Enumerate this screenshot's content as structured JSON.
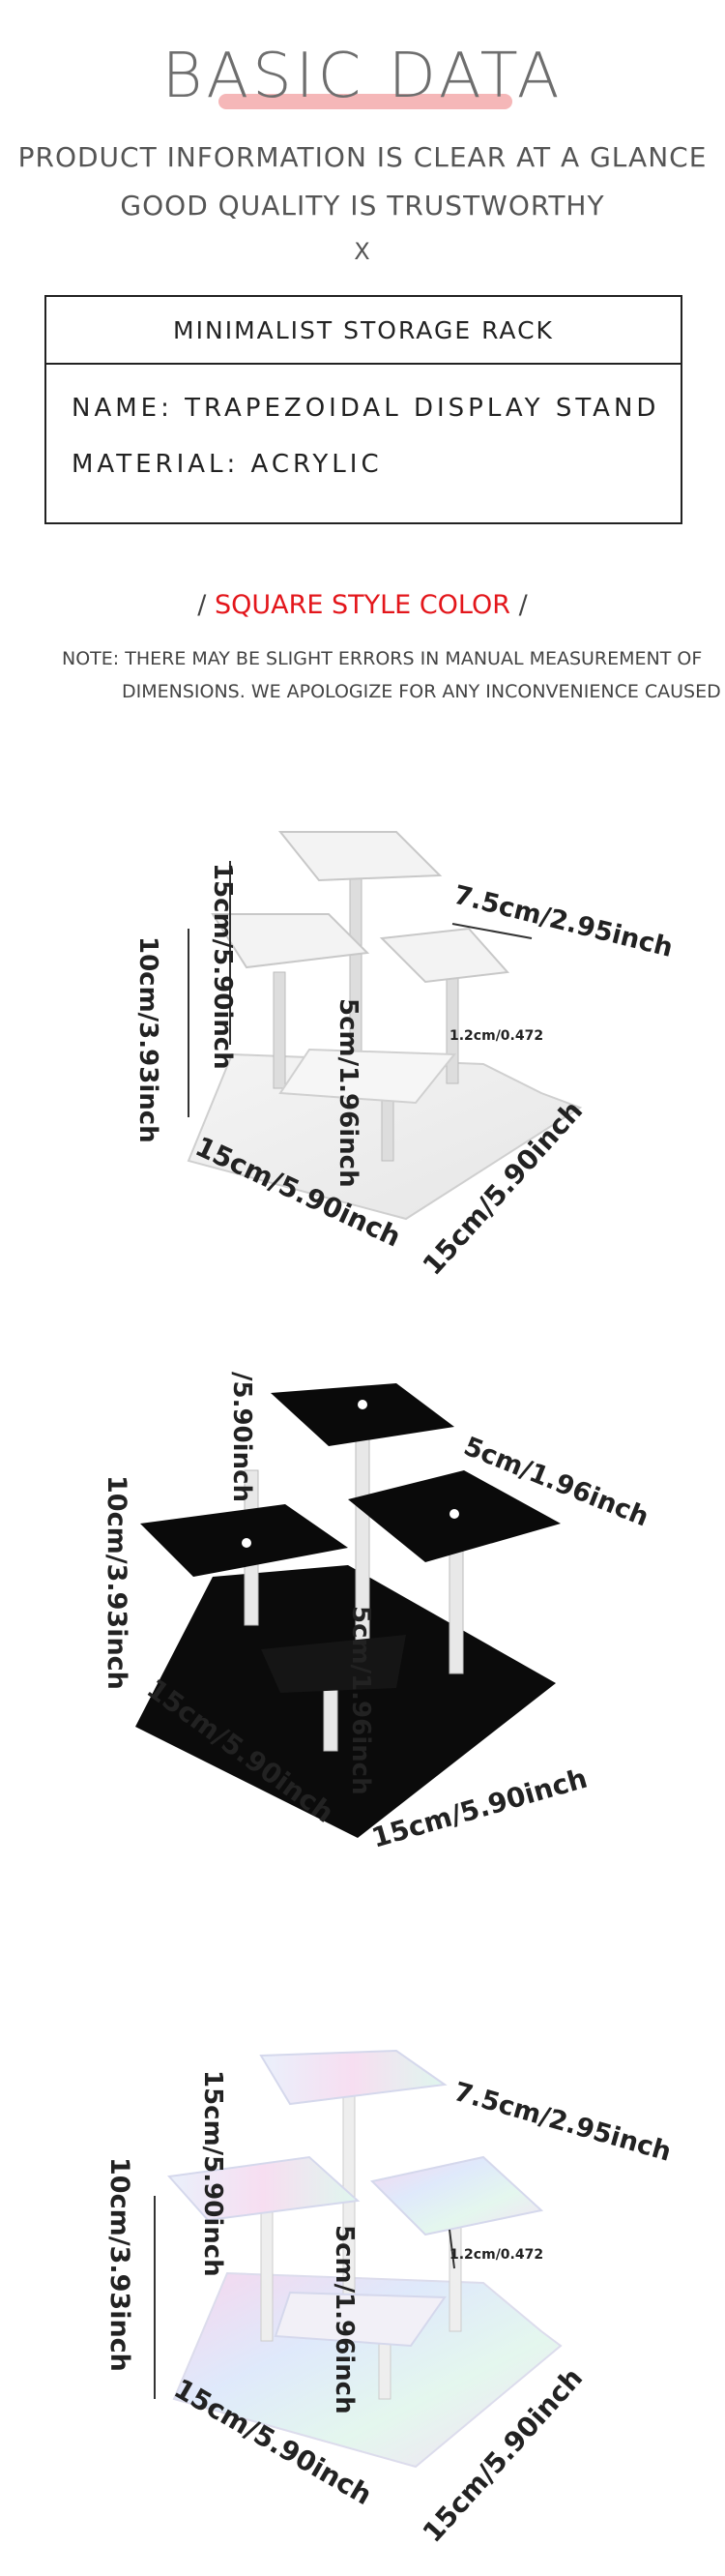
{
  "header": {
    "title": "BASIC DATA",
    "line1": "PRODUCT INFORMATION IS CLEAR AT A GLANCE",
    "line2": "GOOD QUALITY IS TRUSTWORTHY",
    "line3": "X"
  },
  "info_box": {
    "heading": "MINIMALIST STORAGE RACK",
    "name": "NAME: TRAPEZOIDAL DISPLAY STAND",
    "material": "MATERIAL: ACRYLIC"
  },
  "section": {
    "slash_left": "/ ",
    "color_title": "SQUARE STYLE COLOR",
    "slash_right": " /",
    "note_line1": "NOTE: THERE MAY BE SLIGHT ERRORS IN MANUAL MEASUREMENT OF",
    "note_line2": "DIMENSIONS. WE APOLOGIZE FOR ANY INCONVENIENCE CAUSED"
  },
  "products": [
    {
      "variant": "clear",
      "dims": {
        "top_height": "15cm/5.90inch",
        "total_height": "10cm/3.93inch",
        "shelf": "7.5cm/2.95inch",
        "small": "1.2cm/0.472",
        "mid_height": "5cm/1.96inch",
        "base_left": "15cm/5.90inch",
        "base_right": "15cm/5.90inch"
      }
    },
    {
      "variant": "black",
      "dims": {
        "top_height": "/5.90inch",
        "total_height": "10cm/3.93inch",
        "shelf": "5cm/1.96inch",
        "mid_height": "5cm/1.96inch",
        "base_left": "15cm/5.90inch",
        "base_right": "15cm/5.90inch"
      }
    },
    {
      "variant": "iridescent",
      "dims": {
        "top_height": "15cm/5.90inch",
        "total_height": "10cm/3.93inch",
        "shelf": "7.5cm/2.95inch",
        "small": "1.2cm/0.472",
        "mid_height": "5cm/1.96inch",
        "base_left": "15cm/5.90inch",
        "base_right": "15cm/5.90inch"
      }
    }
  ],
  "colors": {
    "accent_red": "#e3161b",
    "underline_pink": "#f5b7b8",
    "text_gray": "#6e6e6e"
  }
}
